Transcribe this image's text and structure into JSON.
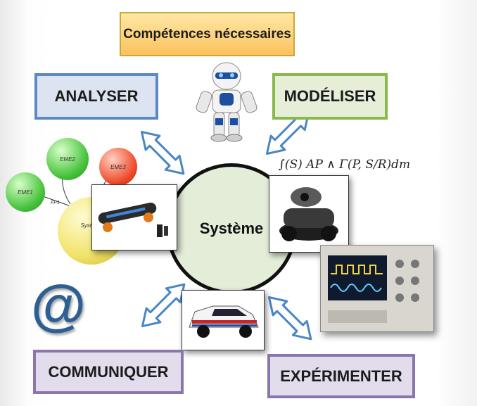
{
  "labels": {
    "competences": "Compétences nécessaires",
    "analyser": "ANALYSER",
    "modeliser": "MODÉLISER",
    "communiquer": "COMMUNIQUER",
    "experimenter": "EXPÉRIMENTER",
    "systeme": "Système"
  },
  "diagram": {
    "eme1": "EME1",
    "eme2": "EME2",
    "eme3": "EME3",
    "fp1": "FP1",
    "systeme_small": "Système",
    "formula": "∫(S) AP ∧ Γ(P, S/R)dm",
    "at_symbol": "@"
  },
  "colors": {
    "arrow": "#4a86c4",
    "analyser_border": "#5b89c3",
    "modeliser_border": "#8bb84a",
    "purple_border": "#8b75ad",
    "center_fill": "#e3edd8"
  }
}
